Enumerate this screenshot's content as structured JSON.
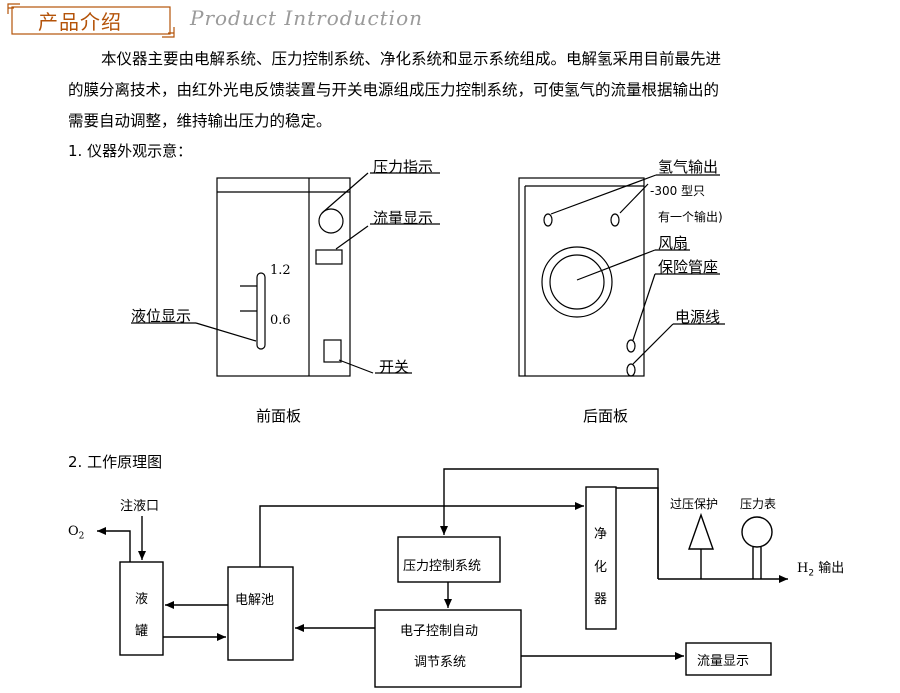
{
  "header": {
    "title_cn": "产品介绍",
    "title_en": "Product Introduction"
  },
  "intro": {
    "line1": "本仪器主要由电解系统、压力控制系统、净化系统和显示系统组成。电解氢采用目前最先进",
    "line2": "的膜分离技术，由红外光电反馈装置与开关电源组成压力控制系统，可使氢气的流量根据输出的",
    "line3": "需要自动调整，维持输出压力的稳定。"
  },
  "section1": {
    "title": "1. 仪器外观示意：",
    "front": {
      "caption": "前面板",
      "pressure_label": "压力指示",
      "flow_label": "流量显示",
      "level_label": "液位显示",
      "switch_label": "开关",
      "scale_high": "1.2",
      "scale_low": "0.6"
    },
    "back": {
      "caption": "后面板",
      "h2_out_label": "氢气输出",
      "note_line1": "-300 型只",
      "note_line2": "有一个输出)",
      "fan_label": "风扇",
      "fuse_label": "保险管座",
      "power_label": "电源线"
    }
  },
  "section2": {
    "title": "2. 工作原理图",
    "inlet": "注液口",
    "o2_main": "O",
    "o2_sub": "2",
    "tank_c1": "液",
    "tank_c2": "罐",
    "cell": "电解池",
    "pressure_ctrl": "压力控制系统",
    "purify_c1": "净",
    "purify_c2": "化",
    "purify_c3": "器",
    "elec_line1": "电子控制自动",
    "elec_line2": "调节系统",
    "flow": "流量显示",
    "overpressure": "过压保护",
    "gauge": "压力表",
    "h2_main": "H",
    "h2_sub": "2",
    "h2_suffix": " 输出"
  }
}
